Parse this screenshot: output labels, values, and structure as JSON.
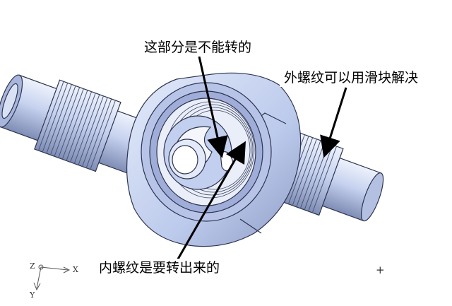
{
  "callouts": {
    "top": "这部分是不能转的",
    "right": "外螺纹可以用滑块解决",
    "bottom": "内螺纹是要转出来的"
  },
  "axes": {
    "z": "Z",
    "x": "X",
    "y": "Y"
  },
  "cursor": "+",
  "colors": {
    "background": "#ffffff",
    "part_fill": "#c8d4f0",
    "part_edge": "#2c3450",
    "arrow": "#000000"
  }
}
